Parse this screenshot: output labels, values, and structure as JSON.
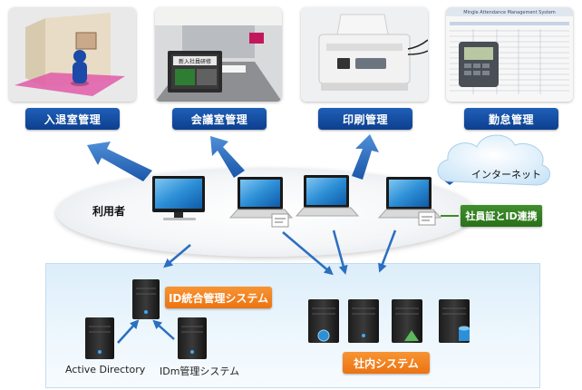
{
  "labels": {
    "entry": "入退室管理",
    "meeting": "会議室管理",
    "print": "印刷管理",
    "attendance": "勤怠管理"
  },
  "users_label": "利用者",
  "internet_label": "インターネット",
  "idcard_badge": "社員証とID連携",
  "id_system_badge": "ID統合管理システム",
  "internal_badge": "社内システム",
  "server_labels": {
    "ad": "Active Directory",
    "idm": "IDm管理システム"
  },
  "meeting_screen_text": "新入社員研修",
  "attendance_screen_title": "Mingle Attendance Management System",
  "colors": {
    "label_blue": "#144f9f",
    "arrow_blue": "#2a6fc1",
    "badge_orange": "#f08020",
    "badge_green": "#358224",
    "panel_blue": "#e4f2fb"
  }
}
